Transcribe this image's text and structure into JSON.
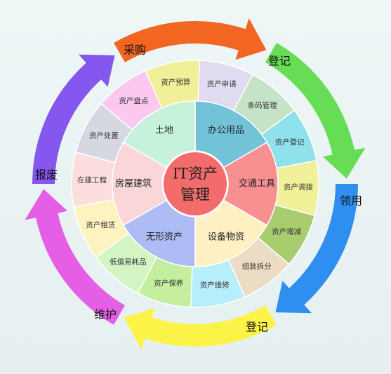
{
  "center": {
    "line1": "IT资产",
    "line2": "管理",
    "color": "#f36b6b"
  },
  "inner_ring": [
    {
      "label": "办公用品",
      "color": "#72c3d8"
    },
    {
      "label": "交通工具",
      "color": "#f89092"
    },
    {
      "label": "设备物资",
      "color": "#fff0c4"
    },
    {
      "label": "无形资产",
      "color": "#aebcf6"
    },
    {
      "label": "房屋建筑",
      "color": "#fbd6d9"
    },
    {
      "label": "土地",
      "color": "#c6f2dc"
    }
  ],
  "outer_ring": [
    {
      "label": "资产申请",
      "color": "#e0dbf1"
    },
    {
      "label": "条码管理",
      "color": "#c5e3c7"
    },
    {
      "label": "资产登记",
      "color": "#8fe2ec"
    },
    {
      "label": "资产调拨",
      "color": "#f1f199"
    },
    {
      "label": "资产增减",
      "color": "#a9cc6f"
    },
    {
      "label": "组装拆分",
      "color": "#ecdcc4"
    },
    {
      "label": "资产维修",
      "color": "#b6eefb"
    },
    {
      "label": "资产保养",
      "color": "#c4ef9e"
    },
    {
      "label": "低值易耗品",
      "color": "#d3f5c4"
    },
    {
      "label": "资产租赁",
      "color": "#fff2c1"
    },
    {
      "label": "在建工程",
      "color": "#fcdede"
    },
    {
      "label": "资产处置",
      "color": "#d5d8e1"
    },
    {
      "label": "资产盘点",
      "color": "#fbc8f0"
    },
    {
      "label": "资产预算",
      "color": "#f1ef98"
    }
  ],
  "phases": [
    {
      "label": "采购",
      "color": "#f26622"
    },
    {
      "label": "登记",
      "color": "#66dd55"
    },
    {
      "label": "领用",
      "color": "#2f8ff0"
    },
    {
      "label": "登记",
      "color": "#fbf347"
    },
    {
      "label": "维护",
      "color": "#e45ee6"
    },
    {
      "label": "报废",
      "color": "#8557ee"
    }
  ]
}
